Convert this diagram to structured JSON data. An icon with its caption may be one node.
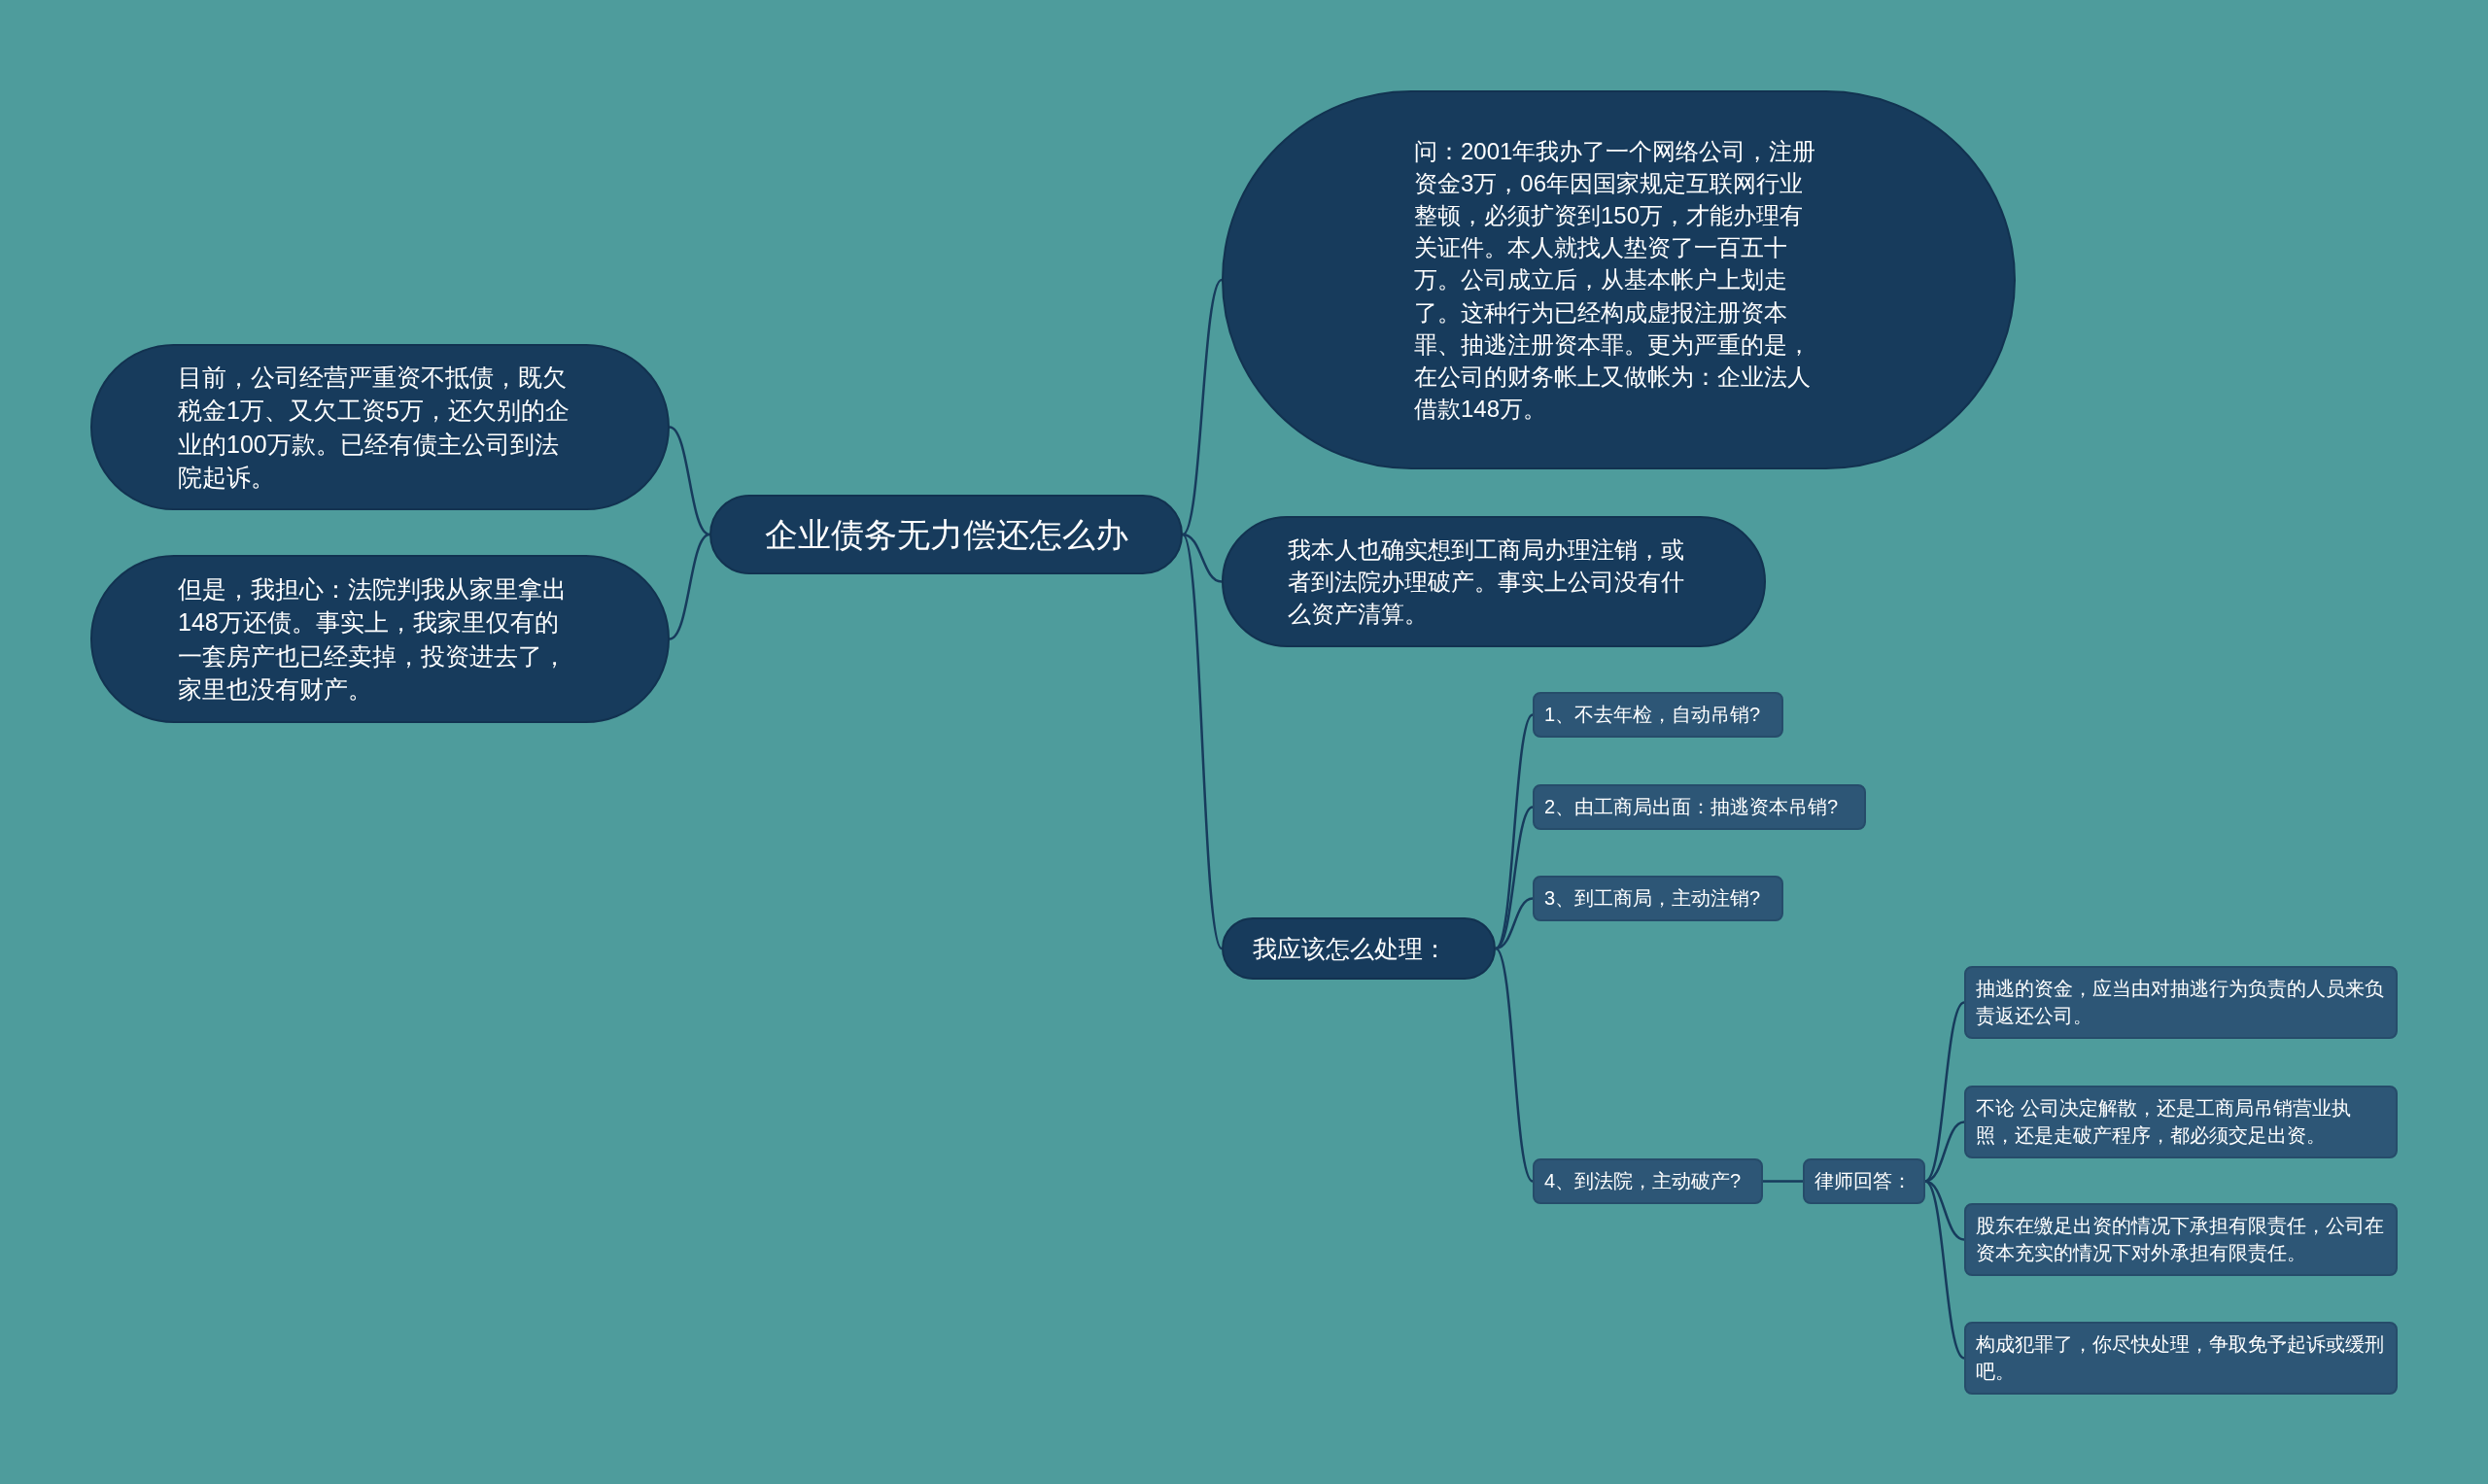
{
  "diagram": {
    "nodes": [
      {
        "text": [
          "企业债务无力偿还怎么办"
        ]
      },
      {
        "text": [
          "目前，公司经营严重资不抵债，既欠税金1万、又欠工资5万，还欠别的企业的100万款。已经有债主公司到法院起诉。"
        ]
      },
      {
        "text": [
          "但是，我担心：法院判我从家里拿出148万还债。事实上，我家里仅有的一套房产也已经卖掉，投资进去了，家里也没有财产。"
        ]
      },
      {
        "text": [
          "问：2001年我办了一个网络公司，注册资金3万，06年因国家规定互联网行业整顿，必须扩资到150万，才能办理有关证件。本人就找人垫资了一百五十万。公司成立后，从基本帐户上划走了。这种行为已经构成虚报注册资本罪、抽逃注册资本罪。更为严重的是，在公司的财务帐上又做帐为：企业法人借款148万。"
        ]
      },
      {
        "text": [
          "我本人也确实想到工商局办理注销，或者到法院办理破产。事实上公司没有什么资产清算。"
        ]
      },
      {
        "text": [
          "我应该怎么处理："
        ]
      },
      {
        "text": [
          "1、不去年检，自动吊销?"
        ]
      },
      {
        "text": [
          "2、由工商局出面：抽逃资本吊销?"
        ]
      },
      {
        "text": [
          "3、到工商局，主动注销?"
        ]
      },
      {
        "text": [
          "4、到法院，主动破产?"
        ]
      },
      {
        "text": [
          "律师回答："
        ]
      },
      {
        "text": [
          "抽逃的资金，应当由对抽逃行为负责的人员来负责返还公司。"
        ]
      },
      {
        "text": [
          "不论 公司决定解散，还是工商局吊销营业执照，还是走破产程序，都必须交足出资。"
        ]
      },
      {
        "text": [
          "股东在缴足出资的情况下承担有限责任，公司在资本充实的情况下对外承担有限责任。"
        ]
      },
      {
        "text": [
          "构成犯罪了，你尽快处理，争取免予起诉或缓刑吧。"
        ]
      }
    ],
    "edges": [
      {
        "from": 1,
        "to": 0,
        "arrow": "none"
      },
      {
        "from": 2,
        "to": 0,
        "arrow": "none"
      },
      {
        "from": 0,
        "to": 3,
        "arrow": "none"
      },
      {
        "from": 0,
        "to": 4,
        "arrow": "none"
      },
      {
        "from": 0,
        "to": 5,
        "arrow": "none"
      },
      {
        "from": 5,
        "to": 6,
        "arrow": "none"
      },
      {
        "from": 5,
        "to": 7,
        "arrow": "none"
      },
      {
        "from": 5,
        "to": 8,
        "arrow": "none"
      },
      {
        "from": 5,
        "to": 9,
        "arrow": "none"
      },
      {
        "from": 9,
        "to": 10,
        "arrow": "none"
      },
      {
        "from": 10,
        "to": 11,
        "arrow": "none"
      },
      {
        "from": 10,
        "to": 12,
        "arrow": "none"
      },
      {
        "from": 10,
        "to": 13,
        "arrow": "none"
      },
      {
        "from": 10,
        "to": 14,
        "arrow": "none"
      }
    ]
  }
}
